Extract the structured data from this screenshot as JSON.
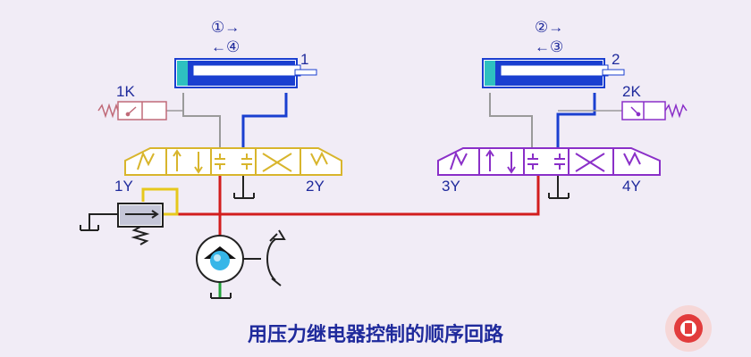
{
  "title": "用压力继电器控制的顺序回路",
  "colors": {
    "background": "#f1ecf6",
    "text": "#1f2a9c",
    "cylinder_body": "#1a3fd0",
    "cylinder_end": "#2ec0c0",
    "pressure_line": "#d21d1d",
    "return_line": "#1a3fd0",
    "suction_line": "#22a33a",
    "valve_left": "#d8b52c",
    "valve_right": "#8a2fc8",
    "pressure_switch": "#c06a78",
    "pilot_line": "#e6c81c"
  },
  "left_circuit": {
    "steps": {
      "forward": "①→",
      "backward": "←④"
    },
    "cylinder_label": "1",
    "switch_label": "1K",
    "solenoid_left": "1Y",
    "solenoid_right": "2Y"
  },
  "right_circuit": {
    "steps": {
      "forward": "②→",
      "backward": "←③"
    },
    "cylinder_label": "2",
    "switch_label": "2K",
    "solenoid_left": "3Y",
    "solenoid_right": "4Y"
  },
  "icons": {
    "pump": "pump-icon",
    "motor": "motor-icon",
    "relief_valve": "relief-valve-icon",
    "logo": "university-logo-icon"
  }
}
